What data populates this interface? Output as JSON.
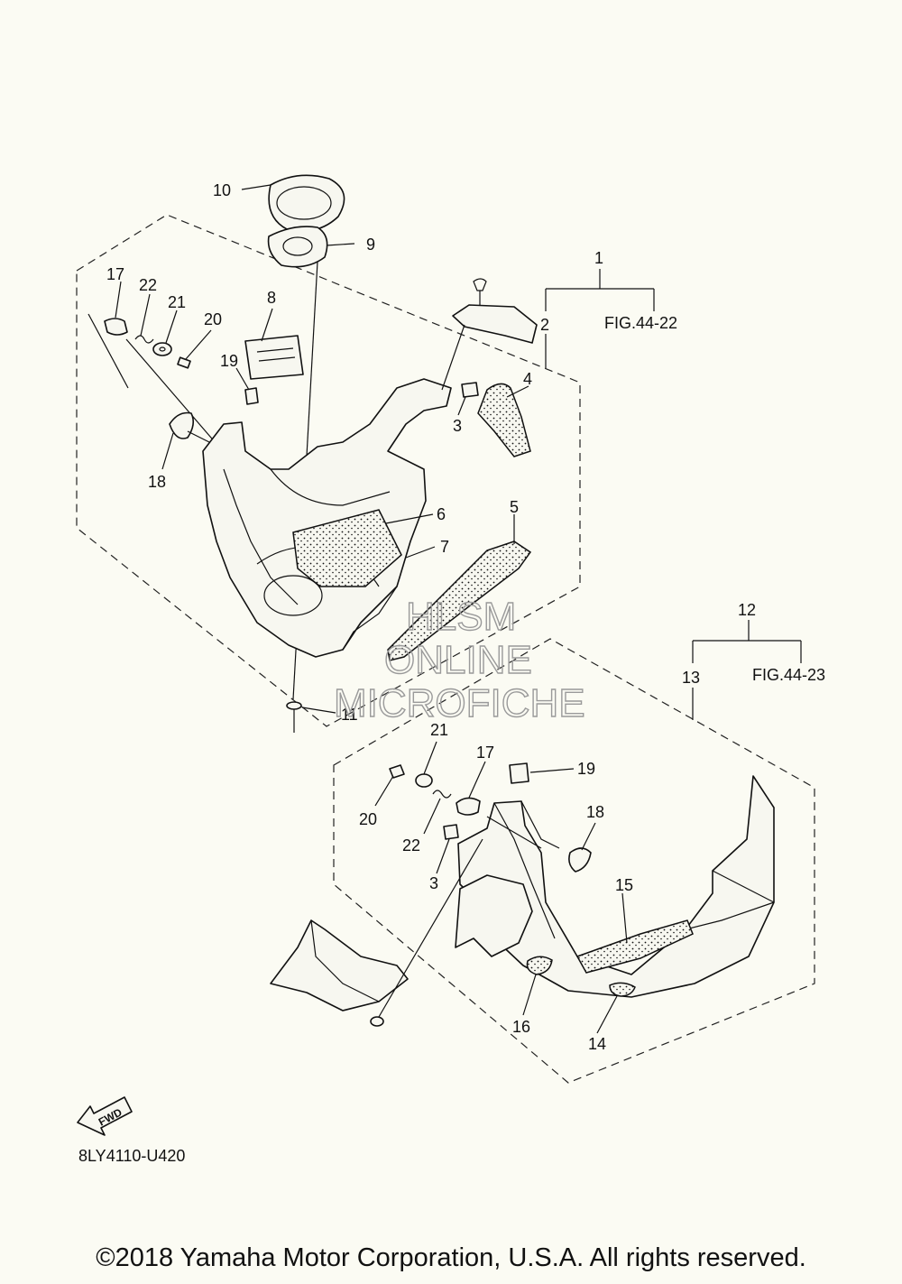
{
  "callouts": [
    {
      "id": "c1",
      "text": "1"
    },
    {
      "id": "c2",
      "text": "2"
    },
    {
      "id": "c3a",
      "text": "3"
    },
    {
      "id": "c4",
      "text": "4"
    },
    {
      "id": "c5",
      "text": "5"
    },
    {
      "id": "c6",
      "text": "6"
    },
    {
      "id": "c7",
      "text": "7"
    },
    {
      "id": "c8",
      "text": "8"
    },
    {
      "id": "c9",
      "text": "9"
    },
    {
      "id": "c10",
      "text": "10"
    },
    {
      "id": "c11",
      "text": "11"
    },
    {
      "id": "c12",
      "text": "12"
    },
    {
      "id": "c13",
      "text": "13"
    },
    {
      "id": "c14",
      "text": "14"
    },
    {
      "id": "c15",
      "text": "15"
    },
    {
      "id": "c16",
      "text": "16"
    },
    {
      "id": "c17a",
      "text": "17"
    },
    {
      "id": "c18a",
      "text": "18"
    },
    {
      "id": "c19a",
      "text": "19"
    },
    {
      "id": "c20a",
      "text": "20"
    },
    {
      "id": "c21a",
      "text": "21"
    },
    {
      "id": "c22a",
      "text": "22"
    },
    {
      "id": "c17b",
      "text": "17"
    },
    {
      "id": "c18b",
      "text": "18"
    },
    {
      "id": "c19b",
      "text": "19"
    },
    {
      "id": "c20b",
      "text": "20"
    },
    {
      "id": "c21b",
      "text": "21"
    },
    {
      "id": "c22b",
      "text": "22"
    },
    {
      "id": "c3b",
      "text": "3"
    }
  ],
  "figure_refs": {
    "upper": "FIG.44-22",
    "lower": "FIG.44-23"
  },
  "fwd_label": "FWD",
  "diagram_code": "8LY4110-U420",
  "watermark": {
    "line1": "HLSM",
    "line2": "ONLINE",
    "line3": "MICROFICHE"
  },
  "copyright": "©2018 Yamaha Motor Corporation, U.S.A. All rights reserved."
}
